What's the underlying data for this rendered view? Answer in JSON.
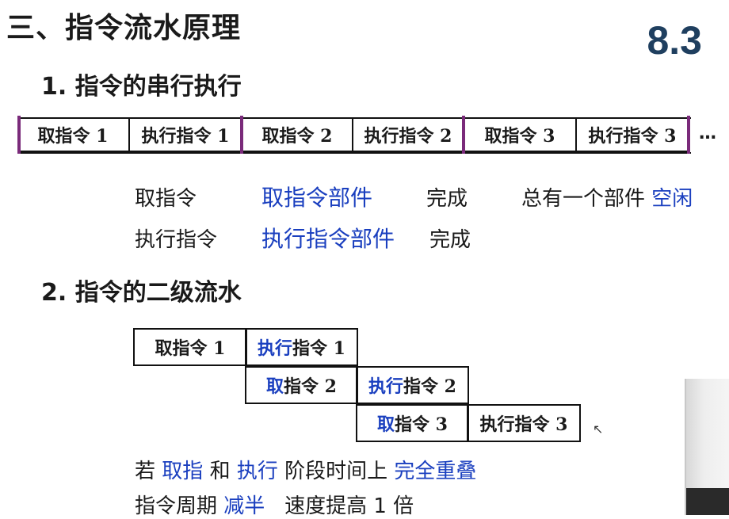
{
  "title": "三、指令流水原理",
  "badge": "8.3",
  "section1": {
    "heading": "1. 指令的串行执行",
    "cells": [
      "取指令 1",
      "执行指令 1",
      "取指令 2",
      "执行指令 2",
      "取指令 3",
      "执行指令 3",
      "…"
    ],
    "row1": {
      "label": "取指令",
      "unit": "取指令部件",
      "done": "完成",
      "note_prefix": "总有一个部件",
      "note_hl": "空闲"
    },
    "row2": {
      "label": "执行指令",
      "unit": "执行指令部件",
      "done": "完成"
    }
  },
  "section2": {
    "heading": "2. 指令的二级流水",
    "grid": [
      {
        "a": "取指令 1",
        "b_hl": "执行",
        "b_rest": "指令 1"
      },
      {
        "a_hl": "取",
        "a_rest": "指令 2",
        "b_hl": "执行",
        "b_rest": "指令 2"
      },
      {
        "a_hl": "取",
        "a_rest": "指令 3",
        "b": "执行指令 3"
      }
    ],
    "line1": {
      "p1": "若",
      "h1": "取指",
      "p2": "和",
      "h2": "执行",
      "p3": "阶段时间上",
      "h3": "完全重叠"
    },
    "line2": {
      "p1": "指令周期",
      "h1": "减半",
      "p2": "速度提高 1 倍"
    }
  }
}
